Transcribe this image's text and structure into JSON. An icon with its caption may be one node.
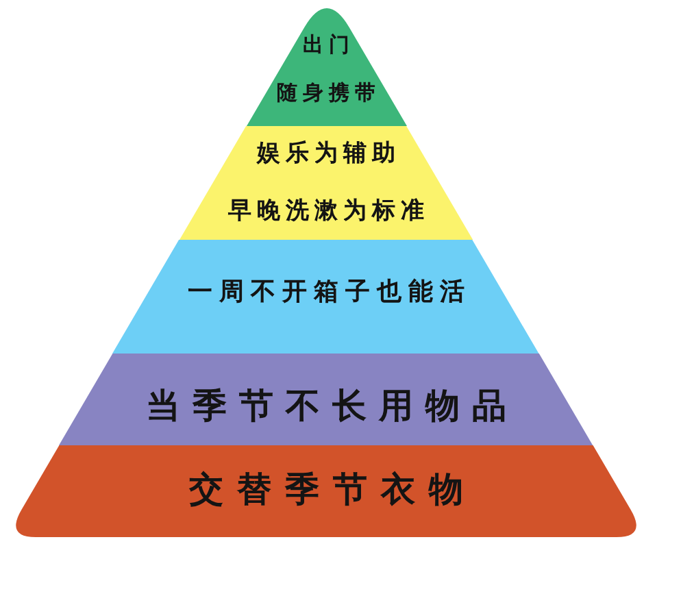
{
  "diagram": {
    "nodes": [
      {
        "text": [
          "出门",
          "随身携带"
        ]
      },
      {
        "text": [
          "娱乐为辅助",
          "早晚洗漱为标准"
        ]
      },
      {
        "text": [
          "一周不开箱子也能活"
        ]
      },
      {
        "text": [
          "当季节不长用物品"
        ]
      },
      {
        "text": [
          "交替季节衣物"
        ]
      }
    ]
  }
}
